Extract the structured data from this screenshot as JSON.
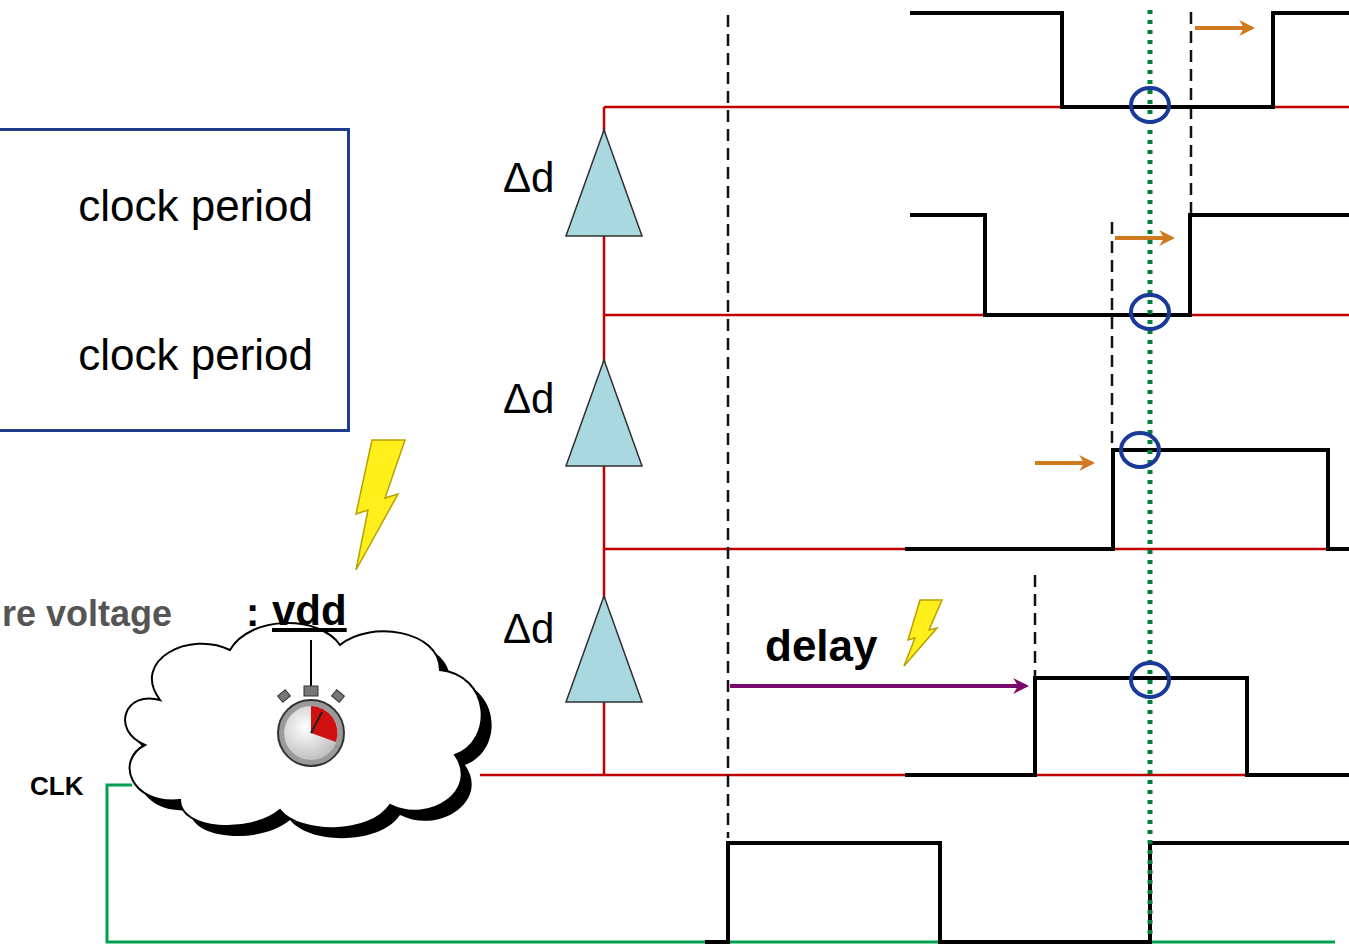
{
  "diagram": {
    "nodes": [
      {
        "text": [
          "clock period",
          "clock period"
        ]
      }
    ],
    "labels": [
      "Δd",
      "Δd",
      "Δd",
      "delay",
      "re voltage",
      ":",
      "vdd",
      "CLK"
    ]
  }
}
